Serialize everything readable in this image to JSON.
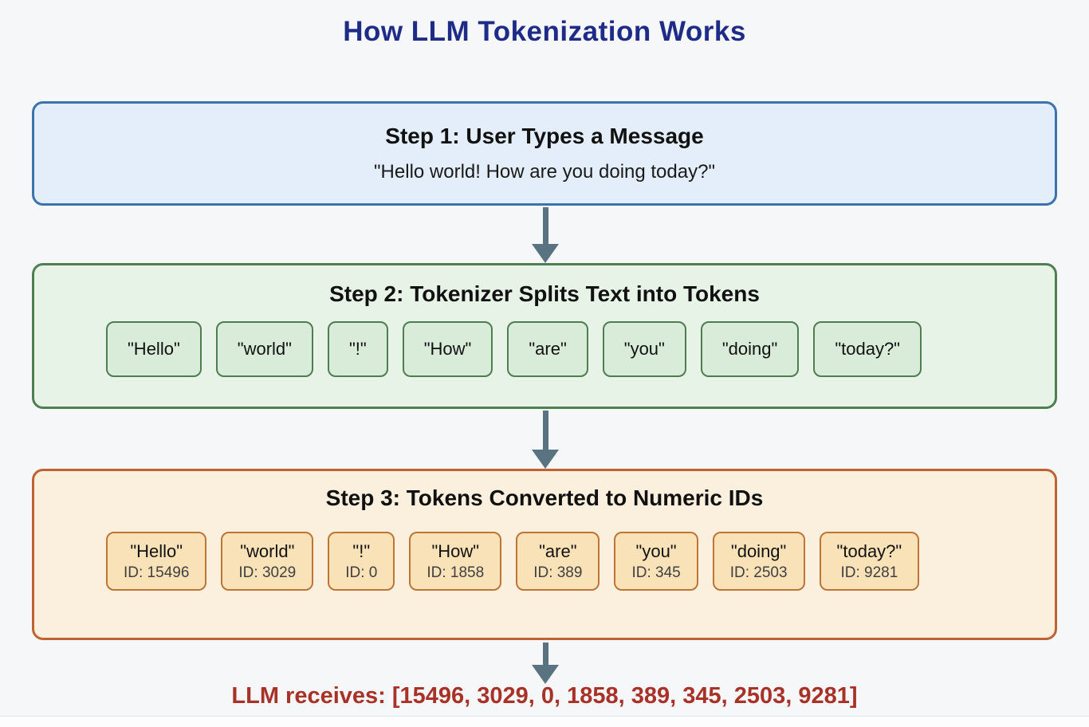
{
  "colors": {
    "page_bg": "#F5F7F9",
    "title": "#1F2C87",
    "arrow": "#5A7380",
    "footer": "#A93228",
    "step1_bg": "#E3EEFA",
    "step1_border": "#3D72AD",
    "step2_bg": "#E8F3E8",
    "step2_border": "#4D7F50",
    "step2_token_bg": "#D9EBD9",
    "step2_token_border": "#4E7D50",
    "step3_bg": "#FBF0DE",
    "step3_border": "#BF6232",
    "step3_token_bg": "#FAE2B8",
    "step3_token_border": "#BE7434",
    "heading_text": "#111111",
    "id_text": "#3F3F3F"
  },
  "title": "How LLM Tokenization Works",
  "step1": {
    "heading": "Step 1: User Types a Message",
    "message": "\"Hello world! How are you doing today?\""
  },
  "step2": {
    "heading": "Step 2: Tokenizer Splits Text into Tokens",
    "tokens": [
      "\"Hello\"",
      "\"world\"",
      "\"!\"",
      "\"How\"",
      "\"are\"",
      "\"you\"",
      "\"doing\"",
      "\"today?\""
    ]
  },
  "step3": {
    "heading": "Step 3: Tokens Converted to Numeric IDs",
    "tokens": [
      {
        "text": "\"Hello\"",
        "id": "ID: 15496"
      },
      {
        "text": "\"world\"",
        "id": "ID: 3029"
      },
      {
        "text": "\"!\"",
        "id": "ID: 0"
      },
      {
        "text": "\"How\"",
        "id": "ID: 1858"
      },
      {
        "text": "\"are\"",
        "id": "ID: 389"
      },
      {
        "text": "\"you\"",
        "id": "ID: 345"
      },
      {
        "text": "\"doing\"",
        "id": "ID: 2503"
      },
      {
        "text": "\"today?\"",
        "id": "ID: 9281"
      }
    ]
  },
  "footer": {
    "text": "LLM receives: [15496, 3029, 0, 1858, 389, 345, 2503, 9281]"
  }
}
